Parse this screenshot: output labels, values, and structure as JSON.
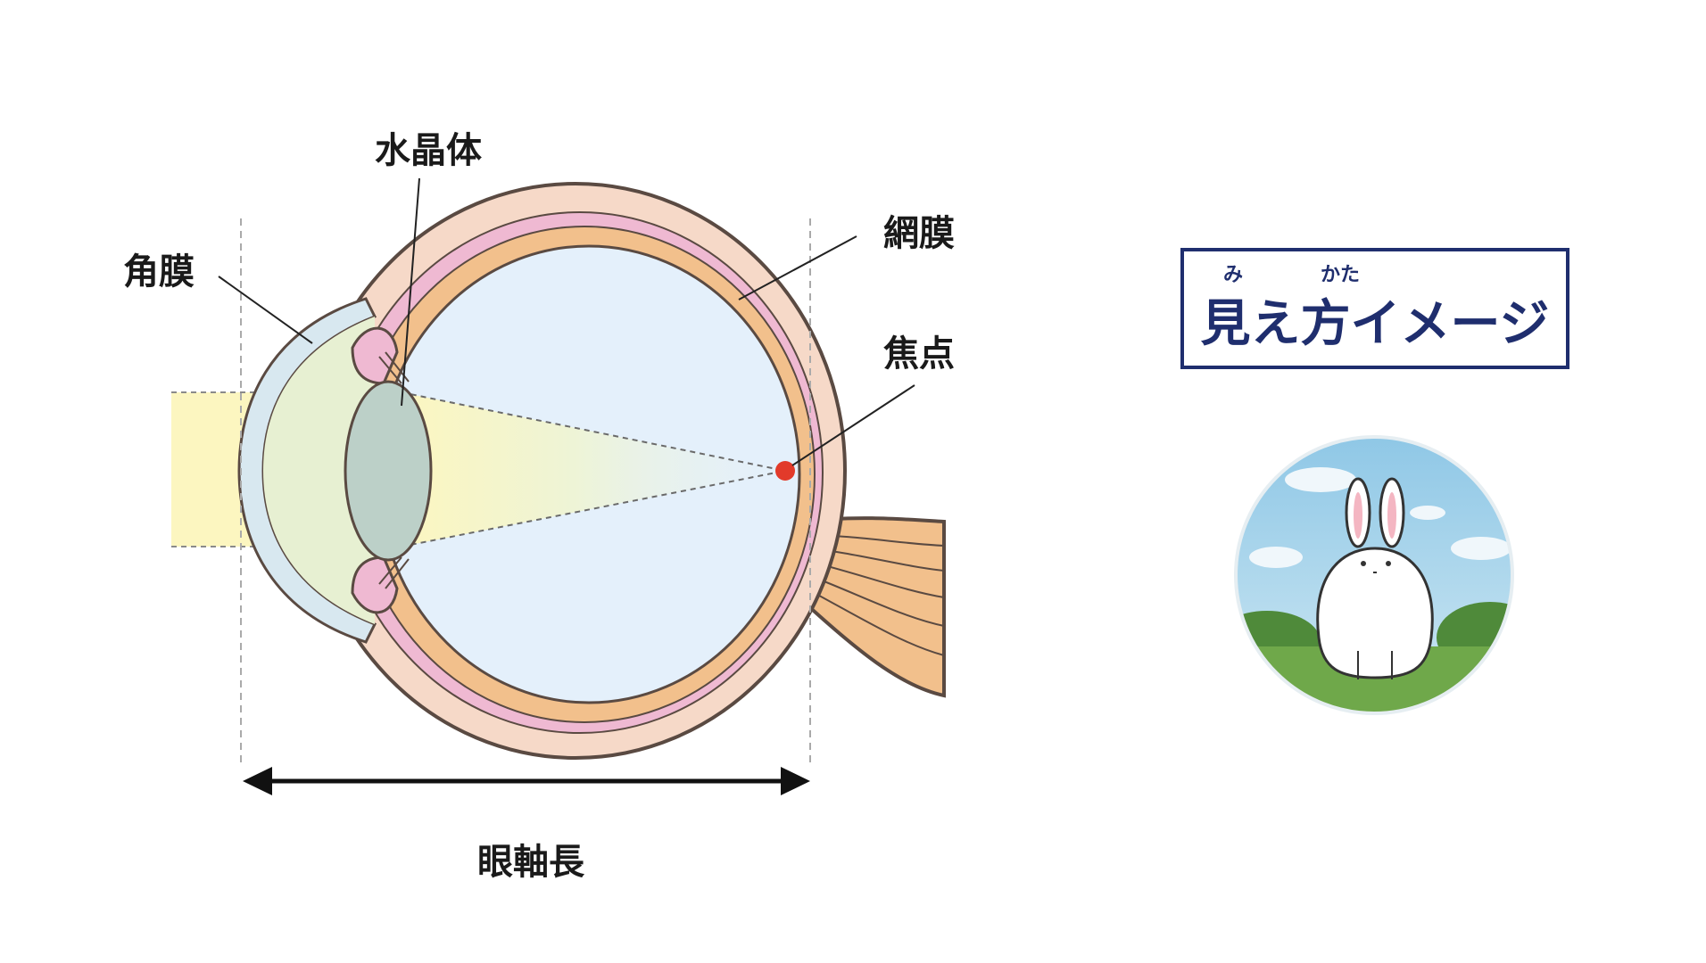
{
  "labels": {
    "lens": "水晶体",
    "cornea": "角膜",
    "retina": "網膜",
    "focal_point": "焦点",
    "axial_length": "眼軸長"
  },
  "vision_panel": {
    "title": "見え方イメージ",
    "ruby_mi": "み",
    "ruby_kata": "かた"
  },
  "colors": {
    "navy": "#1f2e6e",
    "sclera": "#f6d9c8",
    "choroid": "#efb9d2",
    "retina": "#f2c08c",
    "vitreous": "#e4f0fb",
    "lens": "#bcd0c8",
    "light_beam": "#fbf6c4",
    "focal_point": "#e23a2a"
  },
  "icons": {
    "vision_image": "rabbit-on-meadow-image"
  }
}
